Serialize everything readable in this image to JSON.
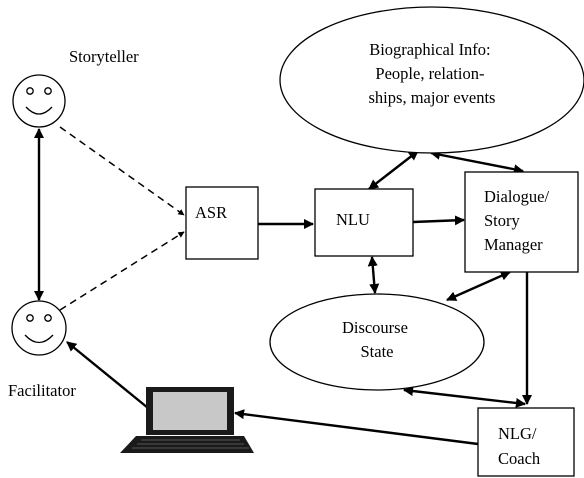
{
  "nodes": {
    "storyteller": {
      "label": "Storyteller"
    },
    "facilitator": {
      "label": "Facilitator"
    },
    "asr": {
      "label": "ASR"
    },
    "nlu": {
      "label": "NLU"
    },
    "dialogue_manager": {
      "lines": [
        "Dialogue/",
        "Story",
        "Manager"
      ]
    },
    "biographical_info": {
      "lines": [
        "Biographical Info:",
        "People, relation-",
        "ships, major events"
      ]
    },
    "discourse_state": {
      "lines": [
        "Discourse",
        "State"
      ]
    },
    "nlg_coach": {
      "lines": [
        "NLG/",
        "Coach"
      ]
    }
  },
  "edges": [
    {
      "from": "storyteller",
      "to": "asr",
      "style": "dashed",
      "direction": "forward"
    },
    {
      "from": "facilitator",
      "to": "asr",
      "style": "dashed",
      "direction": "forward"
    },
    {
      "from": "storyteller",
      "to": "facilitator",
      "style": "solid",
      "direction": "both"
    },
    {
      "from": "asr",
      "to": "nlu",
      "style": "solid",
      "direction": "forward"
    },
    {
      "from": "nlu",
      "to": "dialogue_manager",
      "style": "solid",
      "direction": "forward"
    },
    {
      "from": "nlu",
      "to": "biographical_info",
      "style": "solid",
      "direction": "both"
    },
    {
      "from": "biographical_info",
      "to": "dialogue_manager",
      "style": "solid",
      "direction": "both"
    },
    {
      "from": "nlu",
      "to": "discourse_state",
      "style": "solid",
      "direction": "both"
    },
    {
      "from": "dialogue_manager",
      "to": "discourse_state",
      "style": "solid",
      "direction": "both"
    },
    {
      "from": "dialogue_manager",
      "to": "nlg_coach",
      "style": "solid",
      "direction": "forward"
    },
    {
      "from": "discourse_state",
      "to": "nlg_coach",
      "style": "solid",
      "direction": "both"
    },
    {
      "from": "nlg_coach",
      "to": "laptop",
      "style": "solid",
      "direction": "forward"
    },
    {
      "from": "laptop",
      "to": "facilitator",
      "style": "solid",
      "direction": "forward"
    }
  ]
}
